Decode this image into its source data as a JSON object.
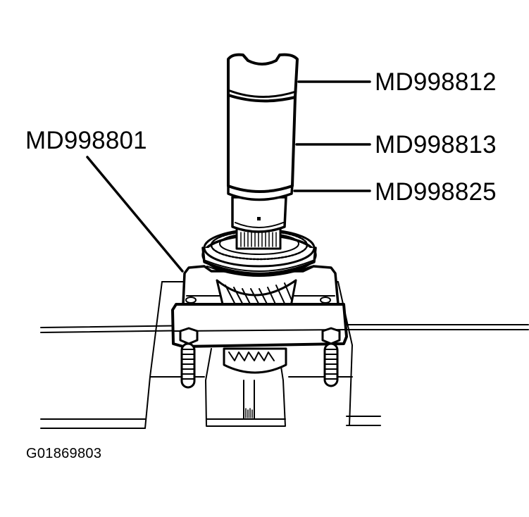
{
  "diagram": {
    "type": "technical illustration",
    "subject": "special tools assembled on gear/synchronizer on press bed",
    "callouts": [
      {
        "id": "callout-1",
        "label": "MD998812",
        "points_to": "top sleeve of tool"
      },
      {
        "id": "callout-2",
        "label": "MD998813",
        "points_to": "middle sleeve of tool"
      },
      {
        "id": "callout-3",
        "label": "MD998825",
        "points_to": "lower collar of tool"
      },
      {
        "id": "callout-4",
        "label": "MD998801",
        "points_to": "bearing separator plate"
      }
    ],
    "figure_id": "G01869803"
  },
  "colors": {
    "line": "#000000",
    "background": "#ffffff"
  }
}
